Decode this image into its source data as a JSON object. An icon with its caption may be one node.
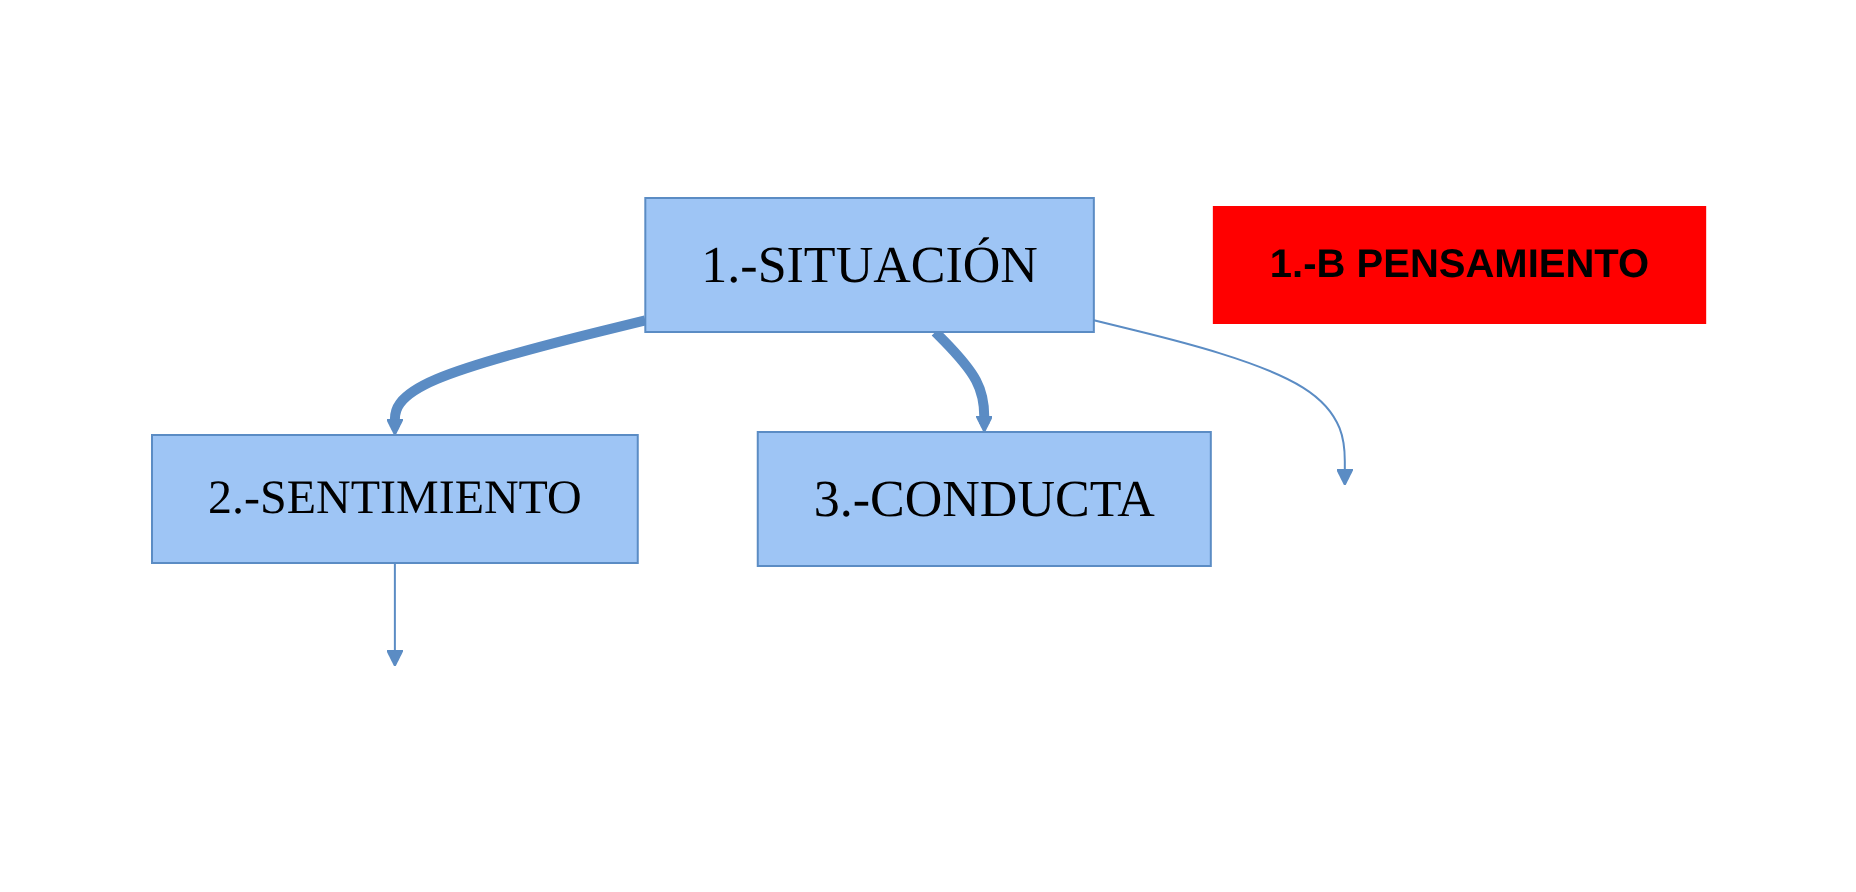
{
  "diagram": {
    "nodes": [
      {
        "text": [
          "1.-SITUACIÓN"
        ]
      },
      {
        "text": [
          "1.-B PENSAMIENTO"
        ]
      },
      {
        "text": [
          "2.-SENTIMIENTO"
        ]
      },
      {
        "text": [
          "3.-CONDUCTA"
        ]
      }
    ],
    "edges": [
      {
        "from": 0,
        "to": null,
        "arrow": "to"
      },
      {
        "from": 0,
        "to": 2,
        "arrow": "to",
        "style": "thick"
      },
      {
        "from": 0,
        "to": 3,
        "arrow": "to",
        "style": "thick"
      },
      {
        "from": 2,
        "to": null,
        "arrow": "to"
      }
    ]
  }
}
